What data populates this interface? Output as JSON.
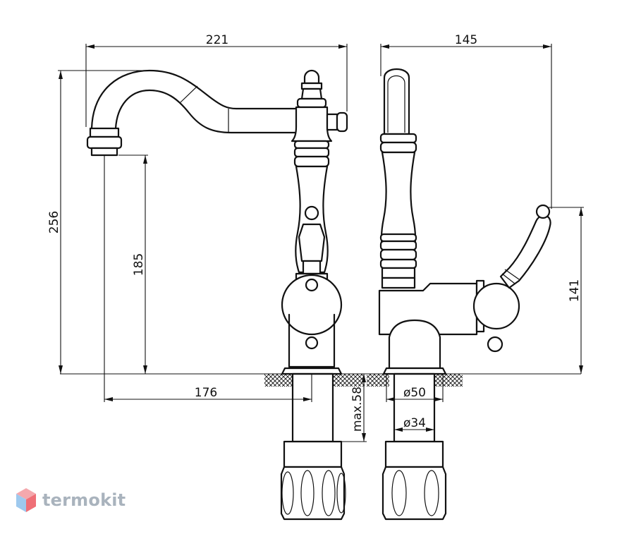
{
  "dimensions": {
    "front_width": "221",
    "side_width": "145",
    "total_height": "256",
    "spout_height": "185",
    "spout_reach": "176",
    "handle_height": "141",
    "max_thickness": "max.58",
    "base_diameter": "ø50",
    "thread_diameter": "ø34"
  },
  "brand": {
    "name": "termokit",
    "colors": {
      "top": "#f4a8ad",
      "left": "#9ec9ee",
      "right": "#ef6f77",
      "text": "#a9b3bd"
    }
  }
}
